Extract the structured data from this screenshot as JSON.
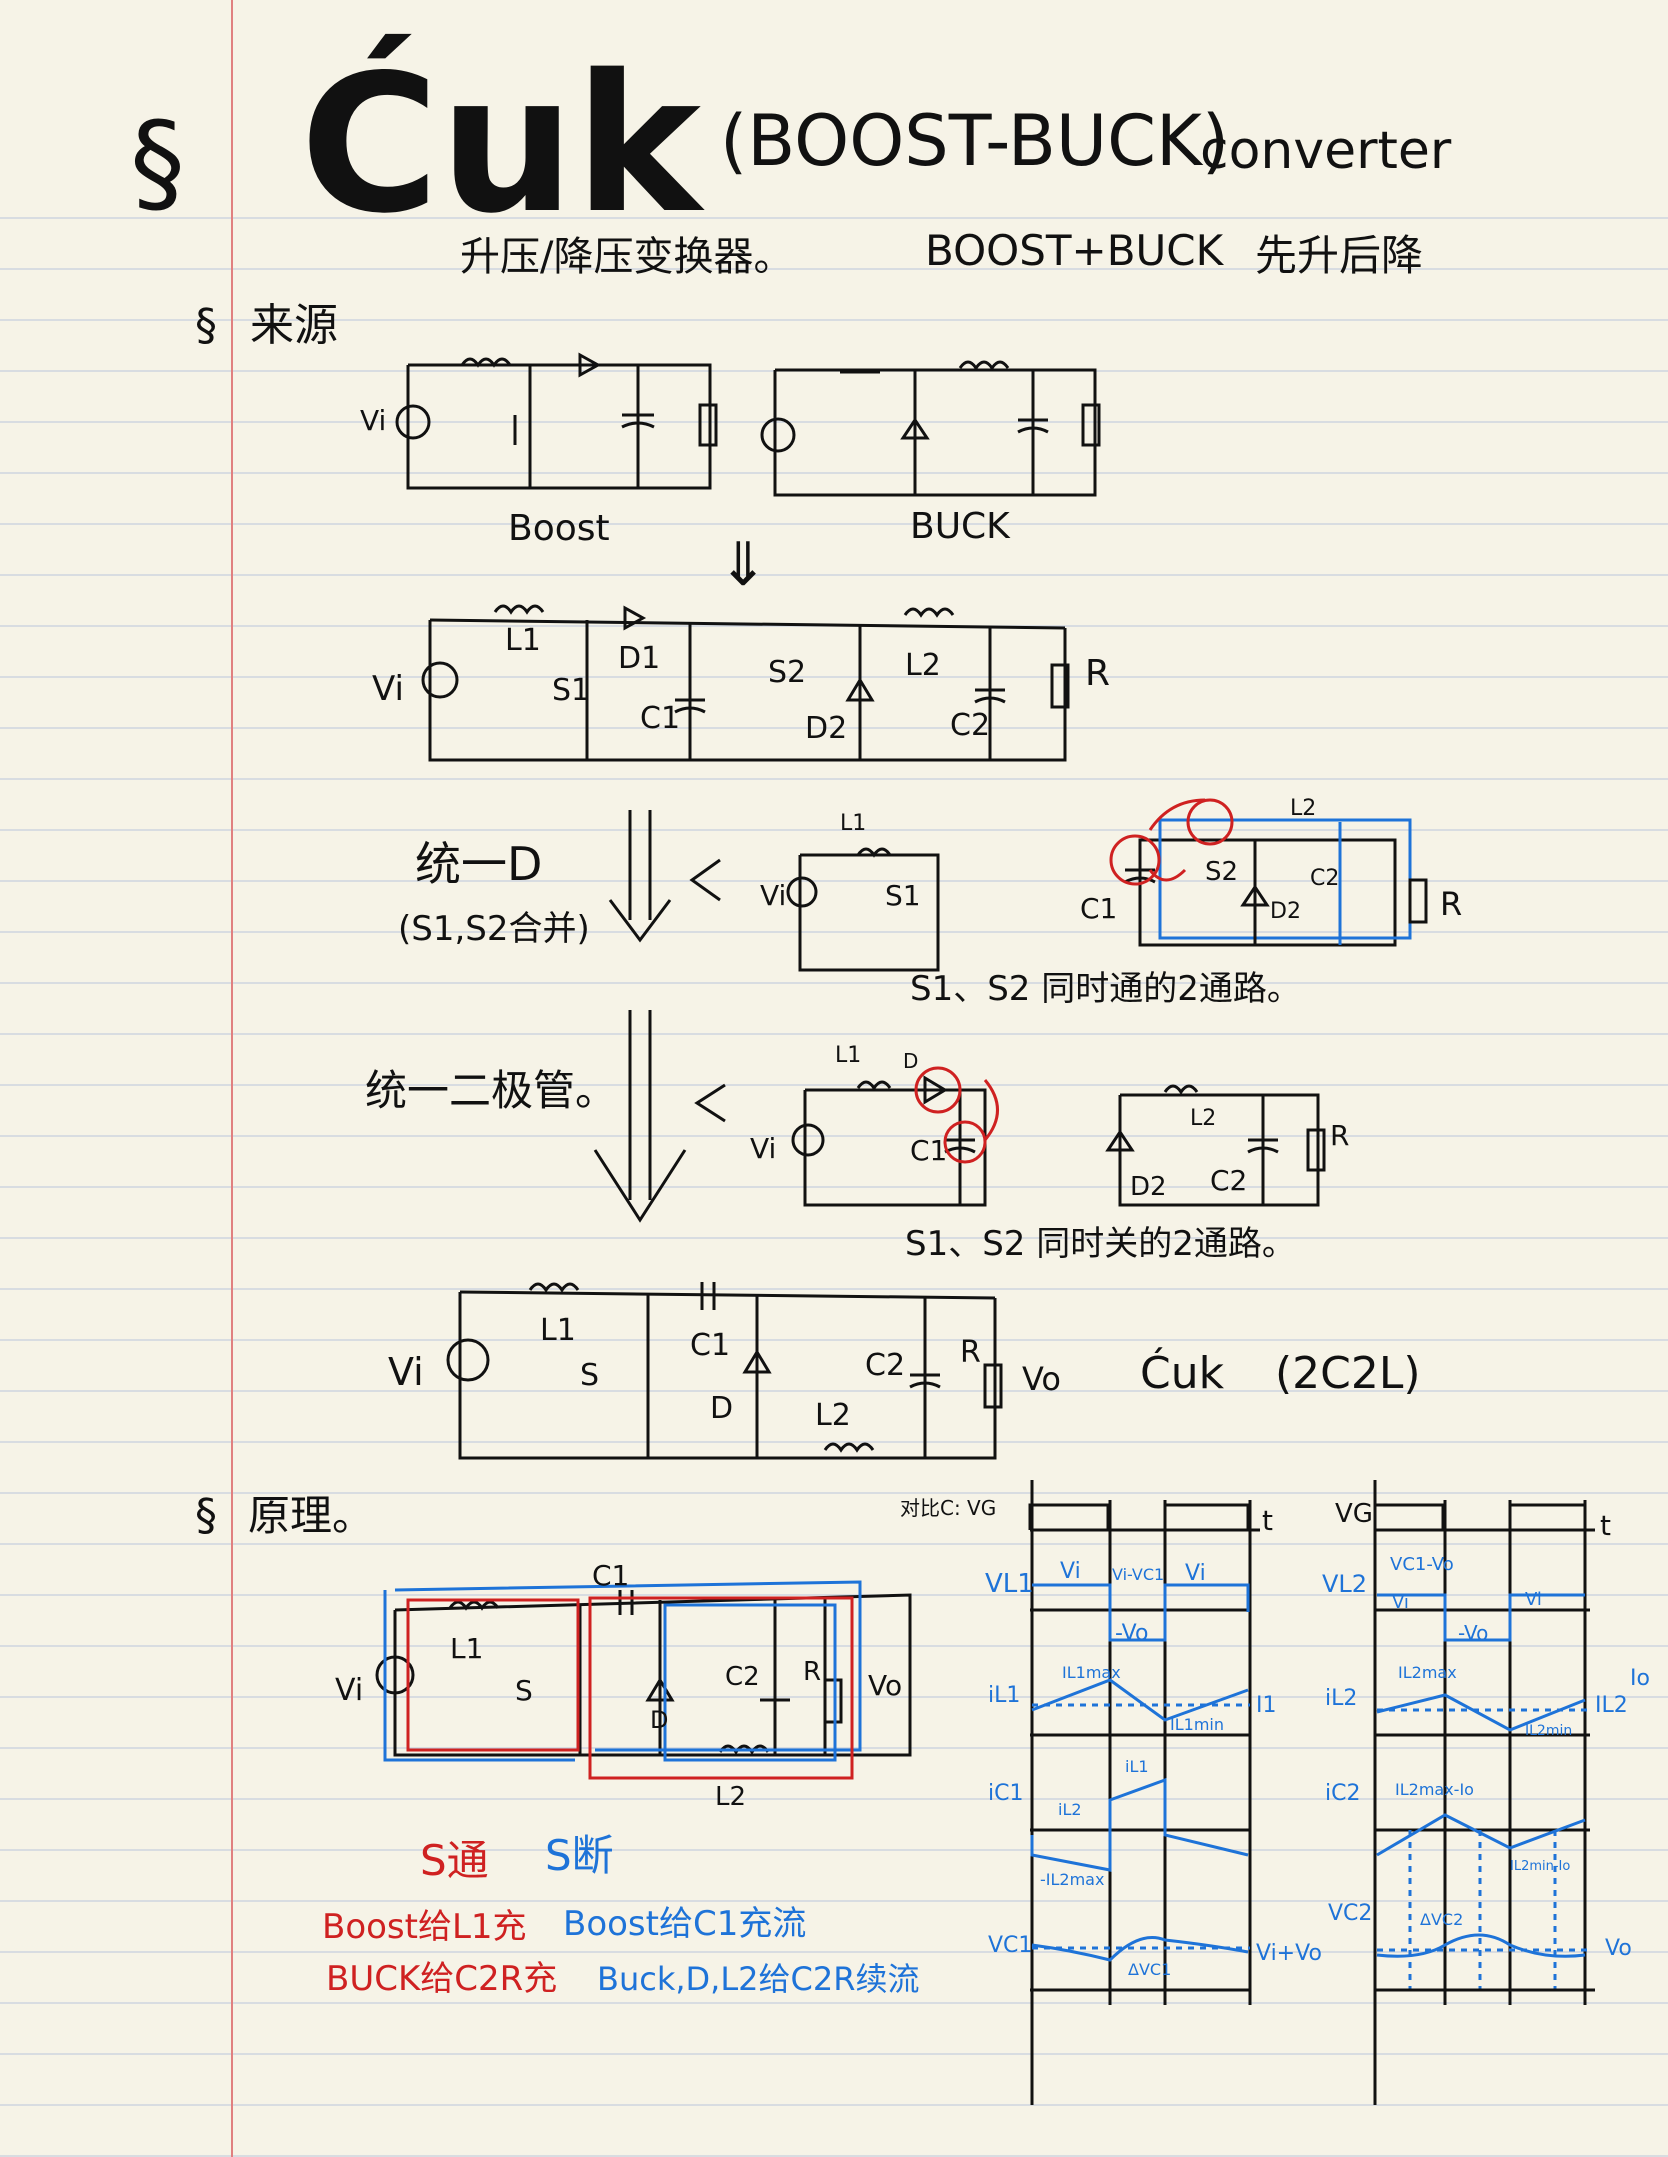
{
  "heading": {
    "prefix": "§",
    "title": "Ćuk",
    "subtitle": "(BOOST-BUCK)",
    "suffix": "converter",
    "line2": [
      "升压/降压变换器。",
      "BOOST+BUCK",
      "先升后降"
    ]
  },
  "section_source": {
    "marker": "§",
    "label": "来源",
    "boost_label": "Boost",
    "buck_label": "BUCK",
    "arrow": "⇓",
    "combined": {
      "vi": "Vi",
      "l1": "L1",
      "d1": "D1",
      "s1": "S1",
      "c1": "C1",
      "s2": "S2",
      "d2": "D2",
      "l2": "L2",
      "c2": "C2",
      "r": "R"
    },
    "step1": {
      "label": "统一D",
      "note": "(S1,S2合并)",
      "caption": "S1、S2 同时通的2通路。",
      "left_labels": [
        "L1",
        "Vi",
        "S1"
      ],
      "right_labels": [
        "L2",
        "C1",
        "S2",
        "D2",
        "C2",
        "R"
      ]
    },
    "step2": {
      "label": "统一二极管。",
      "caption": "S1、S2 同时关的2通路。",
      "left_labels": [
        "L1",
        "D",
        "Vi",
        "C1"
      ],
      "right_labels": [
        "L2",
        "D2",
        "C2",
        "R"
      ]
    },
    "final": {
      "labels": [
        "Vi",
        "L1",
        "C1",
        "S",
        "D",
        "L2",
        "C2",
        "R",
        "Vo"
      ],
      "name": "Ćuk",
      "note": "(2C2L)"
    }
  },
  "section_principle": {
    "marker": "§",
    "label": "原理。",
    "circuit_labels": [
      "Vi",
      "L1",
      "C1",
      "S",
      "D",
      "C2",
      "L2",
      "R",
      "Vo"
    ],
    "legend": {
      "on_title": "S通",
      "off_title": "S断",
      "on_lines": [
        "Boost给L1充",
        "BUCK给C2R充"
      ],
      "off_lines": [
        "Boost给C1充流",
        "Buck,D,L2给C2R续流"
      ]
    }
  },
  "waveforms_left": {
    "axis_vg": "对比C: VG",
    "t": "t",
    "vl1": "VL1",
    "vl1_labels": [
      "Vi",
      "Vi-VC1",
      "Vi",
      "-Vo"
    ],
    "il1": "iL1",
    "il1_labels": [
      "IL1max",
      "IL1min",
      "I1"
    ],
    "ic1": "iC1",
    "ic1_labels": [
      "iL1",
      "iL2",
      "-IL2max"
    ],
    "vc1": "VC1",
    "vc1_labels": [
      "ΔVC1",
      "Vi+Vo"
    ]
  },
  "waveforms_right": {
    "axis_vg": "VG",
    "t": "t",
    "vl2": "VL2",
    "vl2_labels": [
      "VC1-Vo",
      "Vi",
      "-Vo",
      "Vi"
    ],
    "il2": "iL2",
    "il2_labels": [
      "IL2max",
      "IL2min",
      "IL2"
    ],
    "ic2": "iC2",
    "ic2_labels": [
      "IL2max-Io",
      "IL2min-Io"
    ],
    "vc2": "VC2",
    "vc2_labels": [
      "ΔVC2",
      "Vo"
    ],
    "io_label": "Io"
  },
  "colors": {
    "ink": "#111111",
    "blue": "#1e73d8",
    "red": "#cf2121",
    "margin": "#e07a7a",
    "rule": "#b9c4d6",
    "paper": "#f6f3e7"
  }
}
